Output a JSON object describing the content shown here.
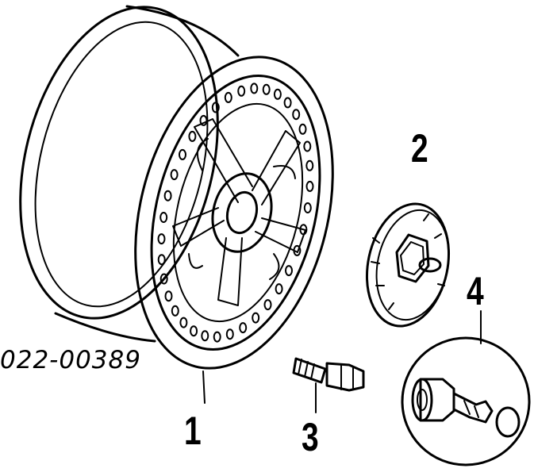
{
  "diagram": {
    "part_number": "022-00389",
    "callouts": [
      {
        "id": "1",
        "label": "1",
        "part": "wheel"
      },
      {
        "id": "2",
        "label": "2",
        "part": "center-cap"
      },
      {
        "id": "3",
        "label": "3",
        "part": "lug-bolt"
      },
      {
        "id": "4",
        "label": "4",
        "part": "wheel-lock"
      }
    ]
  }
}
